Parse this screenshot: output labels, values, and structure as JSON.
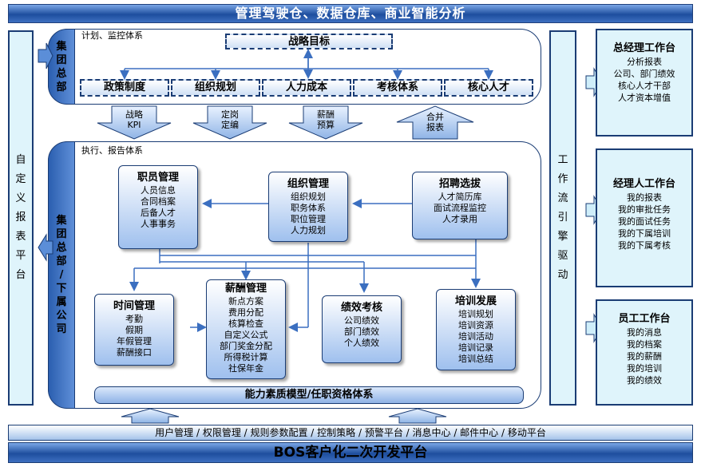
{
  "header": {
    "title": "管理驾驶仓、数据仓库、商业智能分析"
  },
  "left_panel": {
    "chars": [
      "自",
      "定",
      "义",
      "报",
      "表",
      "平",
      "台"
    ]
  },
  "top_section": {
    "tab_chars": [
      "集",
      "团",
      "总",
      "部"
    ],
    "caption": "计划、监控体系",
    "strategic_goal": "战略目标",
    "items": [
      "政策制度",
      "组织规划",
      "人力成本",
      "考核体系",
      "核心人才"
    ]
  },
  "middle_arrows": [
    {
      "lines": [
        "战略",
        "KPI"
      ]
    },
    {
      "lines": [
        "定岗",
        "定编"
      ]
    },
    {
      "lines": [
        "薪酬",
        "预算"
      ]
    },
    {
      "lines": [
        "合并",
        "报表"
      ]
    }
  ],
  "bottom_section": {
    "tab_chars": [
      "集",
      "团",
      "总",
      "部",
      "/",
      "下",
      "属",
      "公",
      "司"
    ],
    "caption": "执行、报告体系",
    "capability_bar": "能力素质模型/任职资格体系",
    "cards": [
      {
        "title": "职员管理",
        "lines": [
          "人员信息",
          "合同档案",
          "后备人才",
          "人事事务"
        ]
      },
      {
        "title": "组织管理",
        "lines": [
          "组织规划",
          "职务体系",
          "职位管理",
          "人力规划"
        ]
      },
      {
        "title": "招聘选拔",
        "lines": [
          "人才简历库",
          "面试流程监控",
          "人才录用"
        ]
      },
      {
        "title": "时间管理",
        "lines": [
          "考勤",
          "假期",
          "年假管理",
          "薪酬接口"
        ]
      },
      {
        "title": "薪酬管理",
        "lines": [
          "新点方案",
          "费用分配",
          "核算检查",
          "自定义公式",
          "部门奖金分配",
          "所得税计算",
          "社保年金"
        ]
      },
      {
        "title": "绩效考核",
        "lines": [
          "公司绩效",
          "部门绩效",
          "个人绩效"
        ]
      },
      {
        "title": "培训发展",
        "lines": [
          "培训规划",
          "培训资源",
          "培训活动",
          "培训记录",
          "培训总结"
        ]
      }
    ]
  },
  "workflow_panel": {
    "chars": [
      "工",
      "作",
      "流",
      "引",
      "擎",
      "驱",
      "动"
    ]
  },
  "workstations": [
    {
      "title": "总经理工作台",
      "lines": [
        "分析报表",
        "公司、部门绩效",
        "核心人才干部",
        "人才资本增值"
      ]
    },
    {
      "title": "经理人工作台",
      "lines": [
        "我的报表",
        "我的审批任务",
        "我的面试任务",
        "我的下属培训",
        "我的下属考核"
      ]
    },
    {
      "title": "员工工作台",
      "lines": [
        "我的消息",
        "我的档案",
        "我的薪酬",
        "我的培训",
        "我的绩效"
      ]
    }
  ],
  "bottom_bar": {
    "text": "用户管理 / 权限管理 / 规则参数配置 / 控制策略 / 预警平台 / 消息中心 / 邮件中心 / 移动平台"
  },
  "base_bar": {
    "text": "BOS客户化二次开发平台"
  }
}
